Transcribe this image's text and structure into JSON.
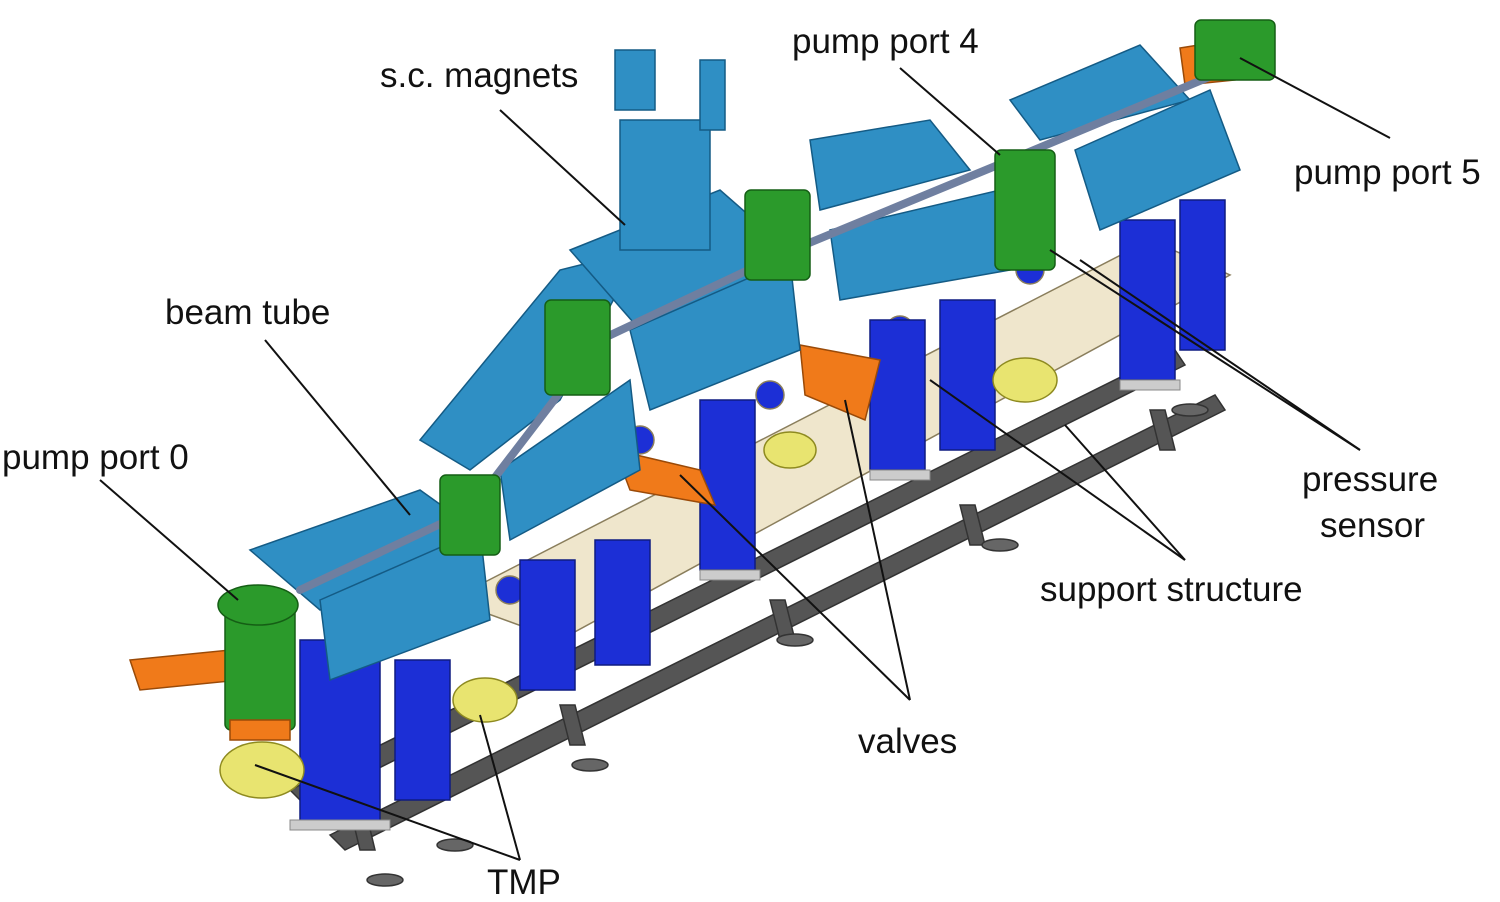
{
  "labels": {
    "sc_magnets": "s.c. magnets",
    "pump_port_4": "pump port 4",
    "pump_port_5": "pump port 5",
    "beam_tube": "beam tube",
    "pump_port_0": "pump port 0",
    "pressure": "pressure",
    "sensor": "sensor",
    "support_structure": "support structure",
    "valves": "valves",
    "tmp": "TMP"
  },
  "colors": {
    "magnet_blue": "#2f8fc4",
    "magnet_dark": "#1f6f9e",
    "support_blue": "#1c2fd6",
    "pump_green": "#2b9a2b",
    "valve_orange": "#f07a1a",
    "tmp_yellow": "#e8e470",
    "base_gray": "#5c5c5c",
    "frame_cream": "#efe6cc"
  },
  "icons": [
    "magnet-icon",
    "pump-port-icon",
    "valve-icon",
    "tmp-icon",
    "support-icon"
  ]
}
